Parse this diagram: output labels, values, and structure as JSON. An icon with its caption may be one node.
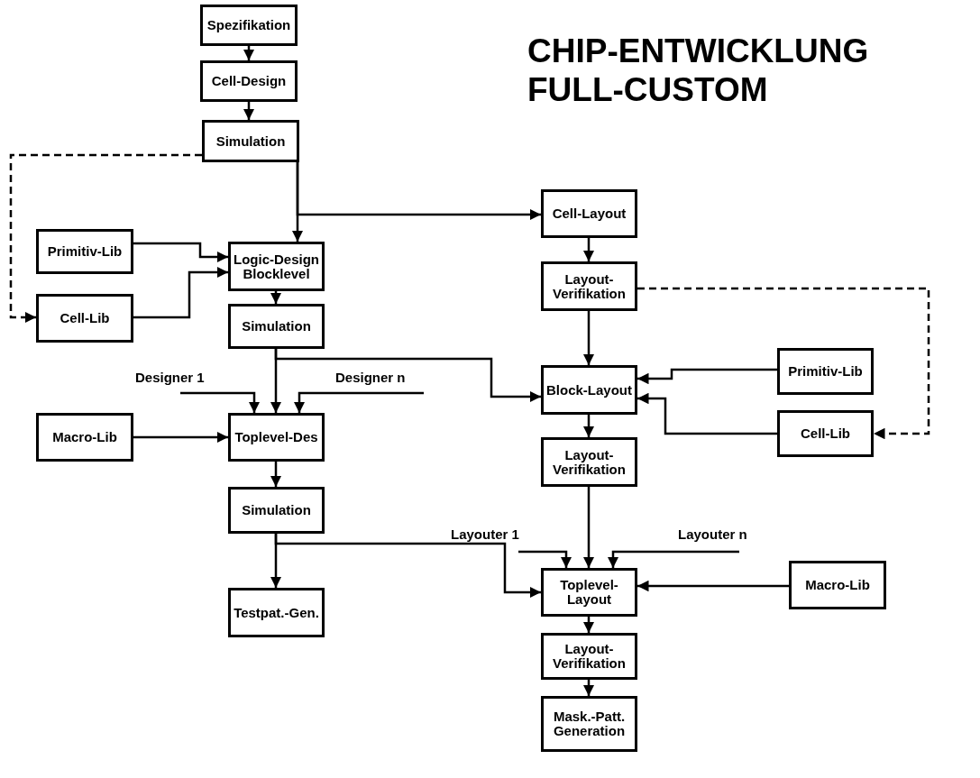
{
  "diagram": {
    "title": "CHIP-ENTWICKLUNG FULL-CUSTOM",
    "nodes": [
      {
        "text": [
          "Spezifikation"
        ]
      },
      {
        "text": [
          "Cell-Design"
        ]
      },
      {
        "text": [
          "Simulation"
        ]
      },
      {
        "text": [
          "Primitiv-Lib"
        ]
      },
      {
        "text": [
          "Logic-Design Blocklevel"
        ]
      },
      {
        "text": [
          "Cell-Lib"
        ]
      },
      {
        "text": [
          "Simulation"
        ]
      },
      {
        "text": [
          "Cell-Layout"
        ]
      },
      {
        "text": [
          "Layout-Verifikation"
        ]
      },
      {
        "text": [
          "Block-Layout"
        ]
      },
      {
        "text": [
          "Primitiv-Lib"
        ]
      },
      {
        "text": [
          "Cell-Lib"
        ]
      },
      {
        "text": [
          "Macro-Lib"
        ]
      },
      {
        "text": [
          "Toplevel-Des"
        ]
      },
      {
        "text": [
          "Simulation"
        ]
      },
      {
        "text": [
          "Testpat.-Gen."
        ]
      },
      {
        "text": [
          "Layout-Verifikation"
        ]
      },
      {
        "text": [
          "Toplevel-Layout"
        ]
      },
      {
        "text": [
          "Macro-Lib"
        ]
      },
      {
        "text": [
          "Layout-Verifikation"
        ]
      },
      {
        "text": [
          "Mask.-Patt. Generation"
        ]
      }
    ],
    "edges": [
      {
        "from": 0,
        "to": 1,
        "arrow": "to"
      },
      {
        "from": 1,
        "to": 2,
        "arrow": "to"
      },
      {
        "from": 2,
        "to": 4,
        "arrow": "to"
      },
      {
        "from": 2,
        "to": 7,
        "arrow": "to"
      },
      {
        "from": 2,
        "to": 5,
        "arrow": "to",
        "style": "dashed"
      },
      {
        "from": 3,
        "to": 4,
        "arrow": "to"
      },
      {
        "from": 5,
        "to": 4,
        "arrow": "to"
      },
      {
        "from": 4,
        "to": 6,
        "arrow": "to"
      },
      {
        "from": 6,
        "to": 13,
        "arrow": "to"
      },
      {
        "from": 6,
        "to": 9,
        "arrow": "to"
      },
      {
        "from": null,
        "to": 13,
        "arrow": "to",
        "label": "Designer 1"
      },
      {
        "from": null,
        "to": 13,
        "arrow": "to",
        "label": "Designer n"
      },
      {
        "from": 12,
        "to": 13,
        "arrow": "to"
      },
      {
        "from": 13,
        "to": 14,
        "arrow": "to"
      },
      {
        "from": 14,
        "to": 15,
        "arrow": "to"
      },
      {
        "from": 14,
        "to": 17,
        "arrow": "to"
      },
      {
        "from": 7,
        "to": 8,
        "arrow": "to"
      },
      {
        "from": 8,
        "to": 9,
        "arrow": "to"
      },
      {
        "from": 8,
        "to": 11,
        "arrow": "to",
        "style": "dashed"
      },
      {
        "from": 10,
        "to": 9,
        "arrow": "to"
      },
      {
        "from": 11,
        "to": 9,
        "arrow": "to"
      },
      {
        "from": 9,
        "to": 16,
        "arrow": "to"
      },
      {
        "from": 16,
        "to": 17,
        "arrow": "to"
      },
      {
        "from": null,
        "to": 17,
        "arrow": "to",
        "label": "Layouter 1"
      },
      {
        "from": null,
        "to": 17,
        "arrow": "to",
        "label": "Layouter n"
      },
      {
        "from": 18,
        "to": 17,
        "arrow": "to"
      },
      {
        "from": 17,
        "to": 19,
        "arrow": "to"
      },
      {
        "from": 19,
        "to": 20,
        "arrow": "to"
      }
    ]
  }
}
